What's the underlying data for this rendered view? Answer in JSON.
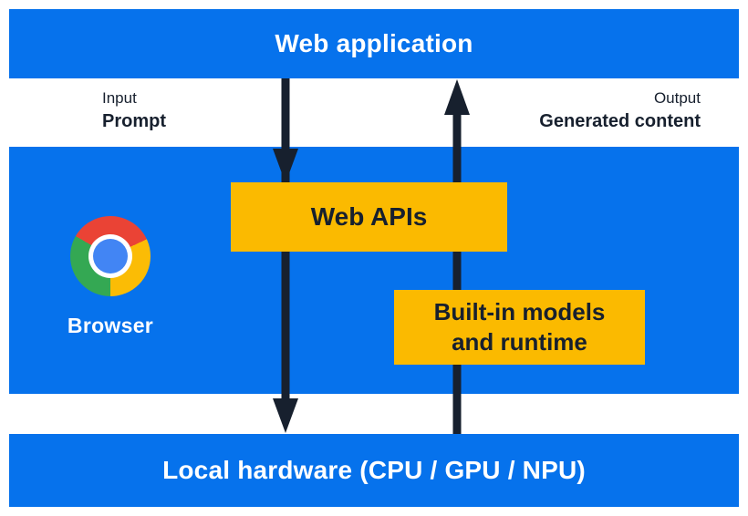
{
  "colors": {
    "blue": "#0672EC",
    "yellow": "#FBBA00",
    "ink": "#17202E",
    "chrome_red": "#EA4335",
    "chrome_yellow": "#FBBC05",
    "chrome_green": "#34A853",
    "chrome_blue": "#4285F4"
  },
  "layers": {
    "top_title": "Web application",
    "bottom_title": "Local hardware (CPU / GPU / NPU)"
  },
  "io": {
    "input_title": "Input",
    "input_value": "Prompt",
    "output_title": "Output",
    "output_value": "Generated content"
  },
  "browser": {
    "name": "Browser",
    "logo": "chrome-logo"
  },
  "boxes": {
    "web_apis": "Web APIs",
    "built_in_line1": "Built-in models",
    "built_in_line2": "and runtime"
  },
  "arrows": {
    "down_flow": "prompt-down-arrow",
    "up_flow": "generated-content-up-arrow"
  }
}
